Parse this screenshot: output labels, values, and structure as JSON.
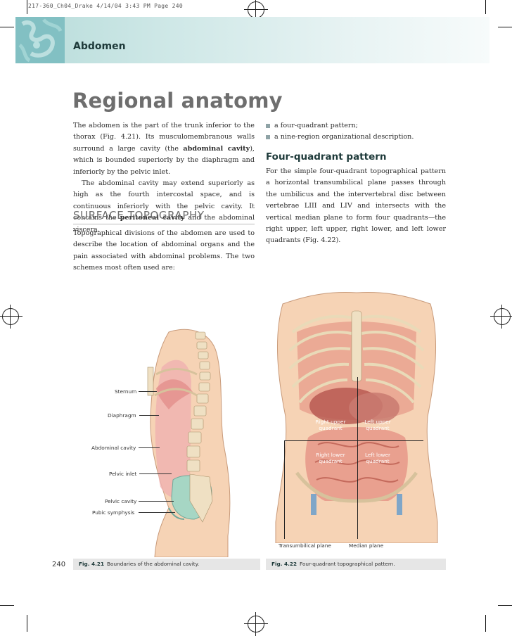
{
  "slug": "217-360_Ch04_Drake  4/14/04  3:43 PM  Page 240",
  "header": {
    "title": "Abdomen"
  },
  "section_title": "Regional anatomy",
  "col1": {
    "p1_a": "The abdomen is the part of the trunk inferior to the thorax (Fig. 4.21). Its musculomembranous walls surround a large cavity (the ",
    "p1_bold": "abdominal cavity",
    "p1_b": "), which is bounded superiorly by the diaphragm and inferiorly by the pelvic inlet.",
    "p2_a": "The abdominal cavity may extend superiorly as high as the fourth intercostal space, and is continuous inferiorly with the pelvic cavity. It contains the ",
    "p2_bold": "peritoneal cavity",
    "p2_b": " and the abdominal viscera."
  },
  "surface": {
    "heading": "SURFACE TOPOGRAPHY",
    "text": "Topographical divisions of the abdomen are used to describe the location of abdominal organs and the pain associated with abdominal problems. The two schemes most often used are:"
  },
  "bullets": [
    "a four-quadrant pattern;",
    "a nine-region organizational description."
  ],
  "four_quadrant": {
    "heading": "Four-quadrant pattern",
    "text": "For the simple four-quadrant topographical pattern a horizontal transumbilical plane passes through the umbilicus and the intervertebral disc between vertebrae LIII and LIV and intersects with the vertical median plane to form four quadrants—the right upper, left upper, right lower, and left lower quadrants (Fig. 4.22)."
  },
  "fig21": {
    "labels": {
      "sternum": "Sternum",
      "diaphragm": "Diaphragm",
      "abdominal_cavity": "Abdominal cavity",
      "pelvic_inlet": "Pelvic inlet",
      "pelvic_cavity": "Pelvic cavity",
      "pubic_symphysis": "Pubic symphysis"
    },
    "caption_num": "Fig. 4.21",
    "caption_text": "Boundaries of the abdominal cavity."
  },
  "fig22": {
    "quadrants": {
      "right_upper_1": "Right upper",
      "right_upper_2": "quadrant",
      "left_upper_1": "Left upper",
      "left_upper_2": "quadrant",
      "right_lower_1": "Right lower",
      "right_lower_2": "quadrant",
      "left_lower_1": "Left lower",
      "left_lower_2": "quadrant"
    },
    "transumbilical": "Transumbilical plane",
    "median": "Median plane",
    "caption_num": "Fig. 4.22",
    "caption_text": "Four-quadrant topographical pattern."
  },
  "page_number": "240",
  "colors": {
    "banner": "#b7dcda",
    "heading_gray": "#6e6e6e",
    "heading_dark": "#1e3a3a",
    "caption_bg": "#e6e6e6",
    "skin": "#f3cfb0",
    "muscle": "#d9705f",
    "bone": "#f0e2c4"
  }
}
